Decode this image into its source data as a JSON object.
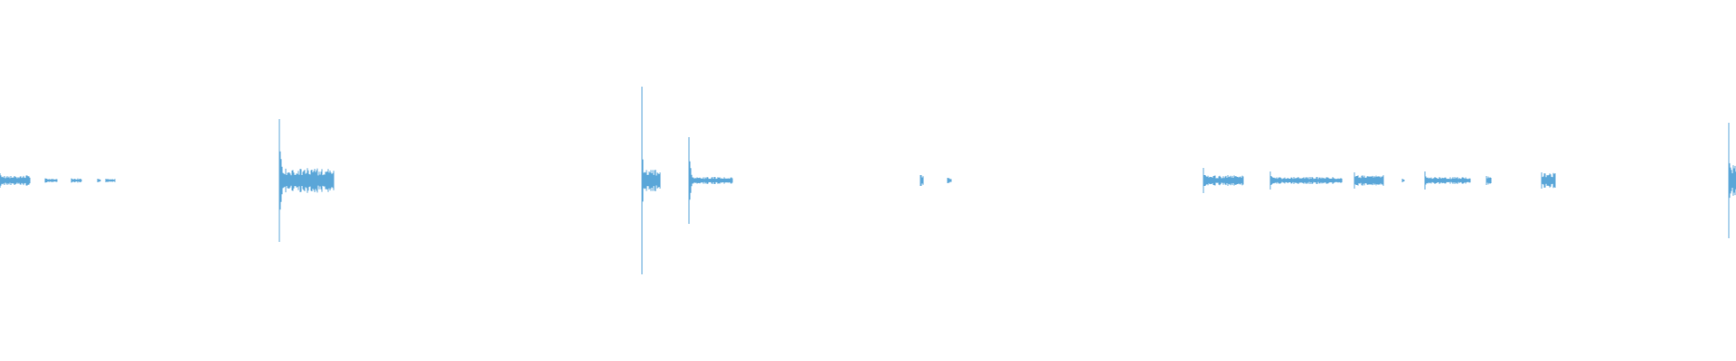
{
  "waveform": {
    "color": "#5aa6d8",
    "background": "#ffffff",
    "amplitude_range": [
      -1,
      1
    ],
    "segments": [
      {
        "start": 0.0,
        "end": 0.017,
        "amp": 0.03,
        "peak": 0.04
      },
      {
        "start": 0.026,
        "end": 0.033,
        "amp": 0.012,
        "peak": 0.012
      },
      {
        "start": 0.041,
        "end": 0.047,
        "amp": 0.012,
        "peak": 0.012
      },
      {
        "start": 0.056,
        "end": 0.058,
        "amp": 0.01,
        "peak": 0.01
      },
      {
        "start": 0.061,
        "end": 0.066,
        "amp": 0.01,
        "peak": 0.01
      },
      {
        "start": 0.161,
        "end": 0.192,
        "amp": 0.07,
        "peak": 0.34
      },
      {
        "start": 0.37,
        "end": 0.38,
        "amp": 0.06,
        "peak": 0.52
      },
      {
        "start": 0.397,
        "end": 0.422,
        "amp": 0.02,
        "peak": 0.24
      },
      {
        "start": 0.53,
        "end": 0.532,
        "amp": 0.03,
        "peak": 0.03
      },
      {
        "start": 0.546,
        "end": 0.548,
        "amp": 0.015,
        "peak": 0.015
      },
      {
        "start": 0.693,
        "end": 0.716,
        "amp": 0.03,
        "peak": 0.07
      },
      {
        "start": 0.732,
        "end": 0.773,
        "amp": 0.02,
        "peak": 0.05
      },
      {
        "start": 0.78,
        "end": 0.797,
        "amp": 0.03,
        "peak": 0.045
      },
      {
        "start": 0.808,
        "end": 0.809,
        "amp": 0.01,
        "peak": 0.01
      },
      {
        "start": 0.821,
        "end": 0.847,
        "amp": 0.02,
        "peak": 0.05
      },
      {
        "start": 0.856,
        "end": 0.859,
        "amp": 0.025,
        "peak": 0.025
      },
      {
        "start": 0.888,
        "end": 0.896,
        "amp": 0.045,
        "peak": 0.045
      },
      {
        "start": 0.996,
        "end": 1.0,
        "amp": 0.1,
        "peak": 0.32
      }
    ]
  }
}
